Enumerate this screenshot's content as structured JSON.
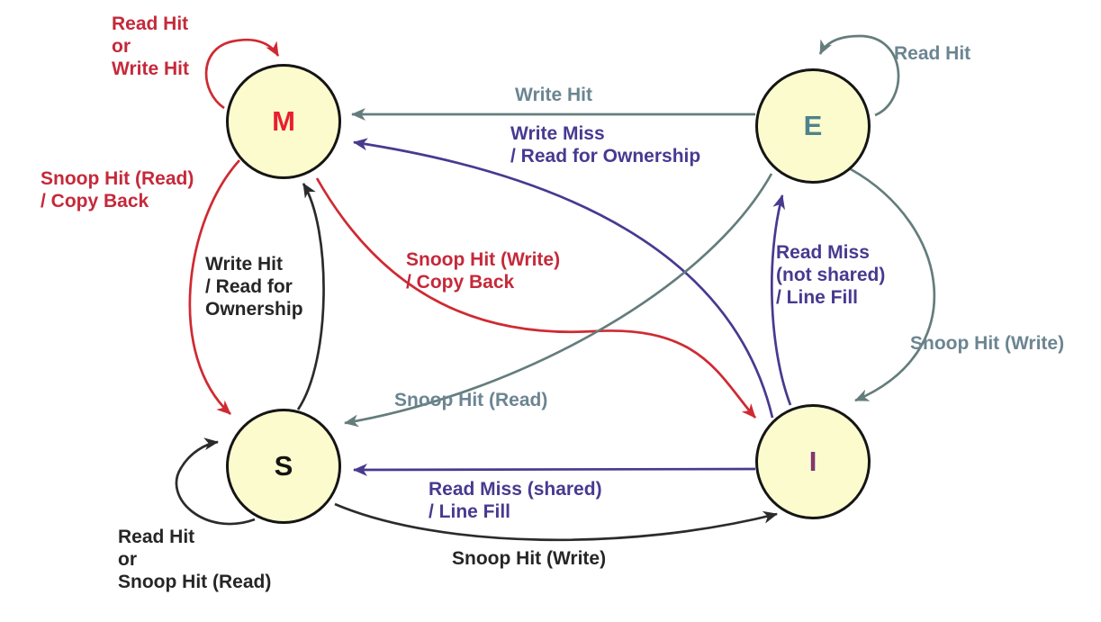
{
  "colors": {
    "red": "#c5293a",
    "purple": "#473a90",
    "gray": "#647d7c",
    "black": "#2b2b2b",
    "node_fill": "#fbfbce",
    "node_border": "#151515",
    "m_letter": "#e81f2f",
    "e_letter": "#4e828e",
    "i_letter_blend": "#433a96-#a43358"
  },
  "nodes": {
    "m": {
      "label": "M"
    },
    "e": {
      "label": "E"
    },
    "s": {
      "label": "S"
    },
    "i": {
      "label": "I"
    }
  },
  "transitions": {
    "m_self": {
      "from": "M",
      "to": "M",
      "color": "red",
      "lines": [
        "Read Hit",
        "or",
        "Write Hit"
      ]
    },
    "e_self": {
      "from": "E",
      "to": "E",
      "color": "gray",
      "lines": [
        "Read Hit"
      ]
    },
    "e_to_m": {
      "from": "E",
      "to": "M",
      "color": "gray",
      "lines": [
        "Write Hit"
      ]
    },
    "i_to_m": {
      "from": "I",
      "to": "M",
      "color": "purple",
      "lines": [
        "Write Miss",
        "/ Read for Ownership"
      ]
    },
    "m_to_s": {
      "from": "M",
      "to": "S",
      "color": "red",
      "lines": [
        "Snoop Hit (Read)",
        "/ Copy Back"
      ]
    },
    "s_to_m": {
      "from": "S",
      "to": "M",
      "color": "black",
      "lines": [
        "Write Hit",
        "/ Read for",
        "Ownership"
      ]
    },
    "m_to_i": {
      "from": "M",
      "to": "I",
      "color": "red",
      "lines": [
        "Snoop Hit (Write)",
        "/ Copy Back"
      ]
    },
    "i_to_e": {
      "from": "I",
      "to": "E",
      "color": "purple",
      "lines": [
        "Read Miss",
        "(not shared)",
        "/ Line Fill"
      ]
    },
    "e_to_i": {
      "from": "E",
      "to": "I",
      "color": "gray",
      "lines": [
        "Snoop Hit (Write)"
      ]
    },
    "e_to_s": {
      "from": "E",
      "to": "S",
      "color": "gray",
      "lines": [
        "Snoop Hit (Read)"
      ]
    },
    "i_to_s": {
      "from": "I",
      "to": "S",
      "color": "purple",
      "lines": [
        "Read Miss (shared)",
        "/ Line Fill"
      ]
    },
    "s_to_i": {
      "from": "S",
      "to": "I",
      "color": "black",
      "lines": [
        "Snoop Hit (Write)"
      ]
    },
    "s_self": {
      "from": "S",
      "to": "S",
      "color": "black",
      "lines": [
        "Read Hit",
        "or",
        "Snoop Hit (Read)"
      ]
    }
  }
}
